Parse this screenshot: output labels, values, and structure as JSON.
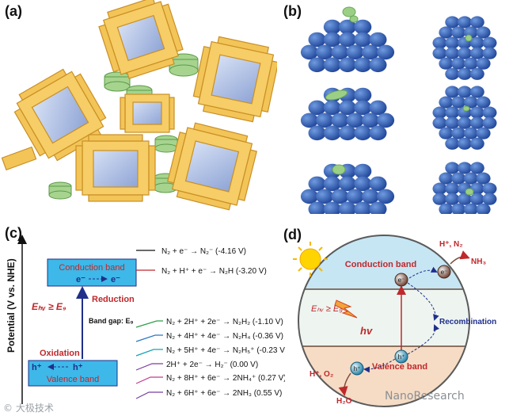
{
  "panels": {
    "a": {
      "label": "(a)"
    },
    "b": {
      "label": "(b)"
    },
    "c": {
      "label": "(c)",
      "y_axis_label": "Potential (V vs. NHE)",
      "conduction_band": "Conduction band",
      "valence_band": "Valence band",
      "electron": "e⁻",
      "electron2": "e⁻",
      "hole": "h⁺",
      "hole2": "h⁺",
      "reduction": "Reduction",
      "oxidation": "Oxidation",
      "energy_condition": "Eₕᵥ ≥ E₉",
      "band_gap": "Band gap: E₉",
      "reactions": [
        {
          "text": "N₂ + e⁻ → N₂⁻ (-4.16 V)",
          "color": "#111111"
        },
        {
          "text": "N₂ + H⁺ + e⁻ → N₂H (-3.20 V)",
          "color": "#c0282b"
        },
        {
          "text": "N₂ + 2H⁺ + 2e⁻ → N₂H₂ (-1.10 V)",
          "color": "#2e9e4a"
        },
        {
          "text": "N₂ + 4H⁺ + 4e⁻ → N₂H₄ (-0.36 V)",
          "color": "#2b78c2"
        },
        {
          "text": "N₂ + 5H⁺ + 4e⁻ → N₂H₅⁺ (-0.23 V)",
          "color": "#16a3b0"
        },
        {
          "text": "2H⁺ + 2e⁻ → H₂⁻ (0.00 V)",
          "color": "#7a3fa0"
        },
        {
          "text": "N₂ + 8H⁺ + 6e⁻ → 2NH₄⁺ (0.27 V)",
          "color": "#c23a8f"
        },
        {
          "text": "N₂ + 6H⁺ + 6e⁻ → 2NH₃ (0.55 V)",
          "color": "#7a3fa0"
        }
      ]
    },
    "d": {
      "label": "(d)",
      "conduction_band": "Conduction band",
      "valence_band": "Valence band",
      "energy_condition": "Eₕᵥ ≥ E₉",
      "hv": "hv",
      "recombination": "Recombination",
      "electron": "e⁻",
      "electron2": "e⁻",
      "hole": "h⁺",
      "hole2": "h⁺",
      "reactants_top": "H⁺, N₂",
      "product_top": "NH₃",
      "products_bottom": "H⁺, O₂",
      "reactant_bottom": "H₂O"
    }
  },
  "watermarks": {
    "left": "© 大极技术",
    "right": "NanoResearch"
  },
  "colors": {
    "conduction_band": "#3db8e8",
    "valence_band": "#3db8e8",
    "framework": "#f3c558",
    "cube": "#b8c8e8",
    "cluster_ball": "#2f5fb5",
    "green_molecule": "#9ccf86",
    "arrow_red": "#c0282b",
    "arrow_navy": "#1f2f8a"
  }
}
